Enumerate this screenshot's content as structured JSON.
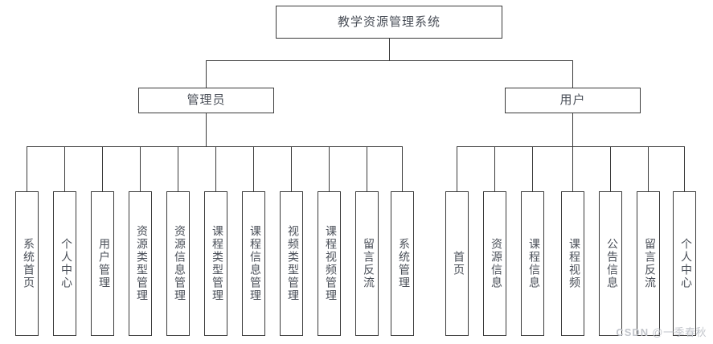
{
  "diagram": {
    "type": "tree",
    "title": "教学资源管理系统",
    "root": {
      "label": "教学资源管理系统"
    },
    "branches": [
      {
        "id": "admin",
        "label": "管理员",
        "children": [
          {
            "label": "系统首页"
          },
          {
            "label": "个人中心"
          },
          {
            "label": "用户管理"
          },
          {
            "label": "资源类型管理"
          },
          {
            "label": "资源信息管理"
          },
          {
            "label": "课程类型管理"
          },
          {
            "label": "课程信息管理"
          },
          {
            "label": "视频类型管理"
          },
          {
            "label": "课程视频管理"
          },
          {
            "label": "留言反流"
          },
          {
            "label": "系统管理"
          }
        ]
      },
      {
        "id": "user",
        "label": "用户",
        "children": [
          {
            "label": "首页"
          },
          {
            "label": "资源信息"
          },
          {
            "label": "课程信息"
          },
          {
            "label": "课程视频"
          },
          {
            "label": "公告信息"
          },
          {
            "label": "留言反流"
          },
          {
            "label": "个人中心"
          }
        ]
      }
    ]
  },
  "watermark": {
    "brand": "CSDN",
    "handle": "@一季春秋"
  },
  "colors": {
    "line": "#3a3a3a",
    "text": "#4a4f58",
    "background": "#ffffff",
    "watermark": "#c3c6cc"
  }
}
